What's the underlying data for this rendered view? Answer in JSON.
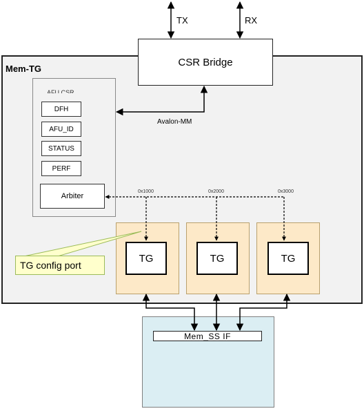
{
  "labels": {
    "tx": "TX",
    "rx": "RX",
    "csr_bridge": "CSR Bridge",
    "mem_tg": "Mem-TG",
    "afu_csr": "AFU CSR",
    "avalon_mm": "Avalon-MM",
    "registers": [
      "DFH",
      "AFU_ID",
      "STATUS",
      "PERF"
    ],
    "arbiter": "Arbiter",
    "addresses": [
      "0x1000",
      "0x2000",
      "0x3000"
    ],
    "tg_blocks": [
      "TG",
      "TG",
      "TG"
    ],
    "tg_config_port": "TG config port",
    "mem_ss_if": "Mem_SS IF"
  },
  "colors": {
    "tg_fill": "#fde9c8",
    "mem_ss_fill": "#dbeef3",
    "callout_fill": "#ffffcc"
  }
}
